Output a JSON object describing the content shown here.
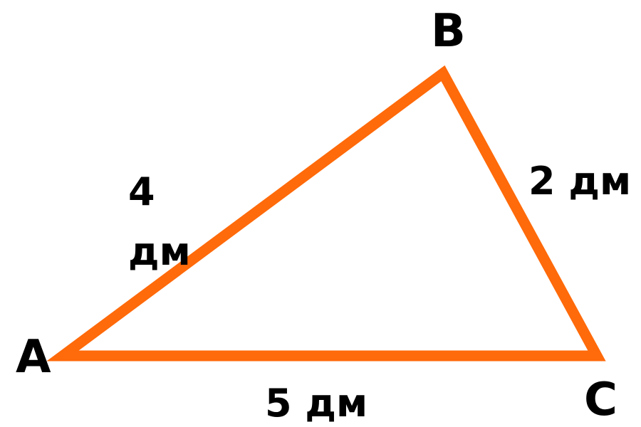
{
  "colors": {
    "triangle_stroke": "#ff6a0a",
    "text": "#000000",
    "background": "#ffffff"
  },
  "vertices": {
    "a": "A",
    "b": "B",
    "c": "C"
  },
  "sides": {
    "ab": "4 дм",
    "bc": "2 дм",
    "ac": "5 дм"
  }
}
